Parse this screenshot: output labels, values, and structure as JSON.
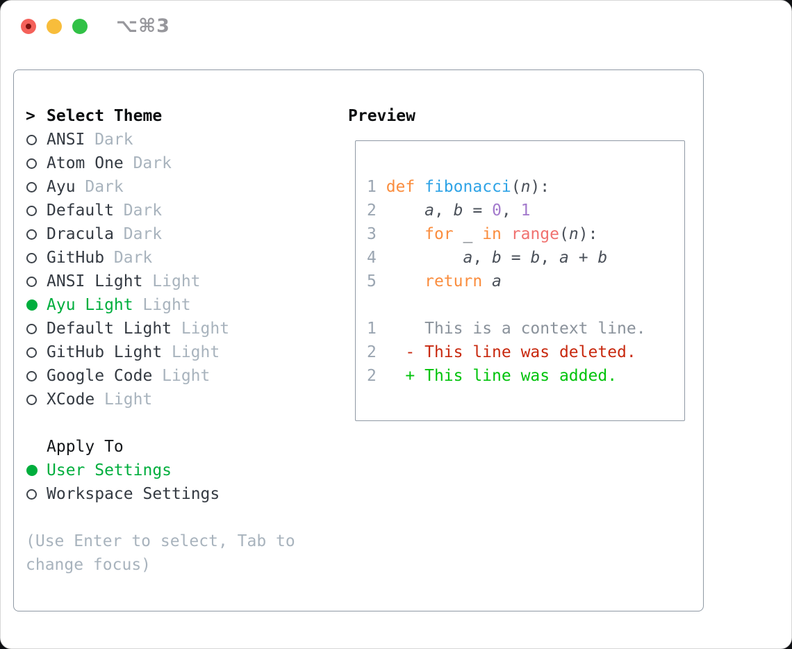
{
  "window": {
    "title": "⌥⌘3"
  },
  "theme_picker": {
    "cursor": ">",
    "header": "Select Theme",
    "items": [
      {
        "label": "ANSI",
        "tag": "Dark",
        "selected": false
      },
      {
        "label": "Atom One",
        "tag": "Dark",
        "selected": false
      },
      {
        "label": "Ayu",
        "tag": "Dark",
        "selected": false
      },
      {
        "label": "Default",
        "tag": "Dark",
        "selected": false
      },
      {
        "label": "Dracula",
        "tag": "Dark",
        "selected": false
      },
      {
        "label": "GitHub",
        "tag": "Dark",
        "selected": false
      },
      {
        "label": "ANSI Light",
        "tag": "Light",
        "selected": false
      },
      {
        "label": "Ayu Light",
        "tag": "Light",
        "selected": true
      },
      {
        "label": "Default Light",
        "tag": "Light",
        "selected": false
      },
      {
        "label": "GitHub Light",
        "tag": "Light",
        "selected": false
      },
      {
        "label": "Google Code",
        "tag": "Light",
        "selected": false
      },
      {
        "label": "XCode",
        "tag": "Light",
        "selected": false
      }
    ]
  },
  "apply_to": {
    "header": "Apply To",
    "options": [
      {
        "label": "User Settings",
        "selected": true
      },
      {
        "label": "Workspace Settings",
        "selected": false
      }
    ]
  },
  "hint_lines": [
    "(Use Enter to select, Tab to",
    "change focus)"
  ],
  "preview": {
    "title": "Preview",
    "lines": [
      [
        {
          "t": "1 ",
          "s": "ln"
        },
        {
          "t": "def",
          "s": "kw"
        },
        {
          "t": " ",
          "s": "p"
        },
        {
          "t": "fibonacci",
          "s": "fn"
        },
        {
          "t": "(",
          "s": "p"
        },
        {
          "t": "n",
          "s": "v"
        },
        {
          "t": "):",
          "s": "p"
        }
      ],
      [
        {
          "t": "2 ",
          "s": "ln"
        },
        {
          "t": "    ",
          "s": "p"
        },
        {
          "t": "a",
          "s": "v"
        },
        {
          "t": ", ",
          "s": "p"
        },
        {
          "t": "b",
          "s": "v"
        },
        {
          "t": " = ",
          "s": "p"
        },
        {
          "t": "0",
          "s": "num"
        },
        {
          "t": ", ",
          "s": "p"
        },
        {
          "t": "1",
          "s": "num"
        }
      ],
      [
        {
          "t": "3 ",
          "s": "ln"
        },
        {
          "t": "    ",
          "s": "p"
        },
        {
          "t": "for",
          "s": "kw"
        },
        {
          "t": " _ ",
          "s": "p"
        },
        {
          "t": "in",
          "s": "kw"
        },
        {
          "t": " ",
          "s": "p"
        },
        {
          "t": "range",
          "s": "rg"
        },
        {
          "t": "(",
          "s": "p"
        },
        {
          "t": "n",
          "s": "v"
        },
        {
          "t": "):",
          "s": "p"
        }
      ],
      [
        {
          "t": "4 ",
          "s": "ln"
        },
        {
          "t": "        ",
          "s": "p"
        },
        {
          "t": "a",
          "s": "v"
        },
        {
          "t": ", ",
          "s": "p"
        },
        {
          "t": "b",
          "s": "v"
        },
        {
          "t": " = ",
          "s": "p"
        },
        {
          "t": "b",
          "s": "v"
        },
        {
          "t": ", ",
          "s": "p"
        },
        {
          "t": "a",
          "s": "v"
        },
        {
          "t": " + ",
          "s": "p"
        },
        {
          "t": "b",
          "s": "v"
        }
      ],
      [
        {
          "t": "5 ",
          "s": "ln"
        },
        {
          "t": "    ",
          "s": "p"
        },
        {
          "t": "return",
          "s": "kw"
        },
        {
          "t": " ",
          "s": "p"
        },
        {
          "t": "a",
          "s": "v"
        }
      ],
      [],
      [
        {
          "t": "1",
          "s": "ln"
        },
        {
          "t": "     ",
          "s": "p"
        },
        {
          "t": "This is a context line.",
          "s": "ctx"
        }
      ],
      [
        {
          "t": "2",
          "s": "ln"
        },
        {
          "t": "   ",
          "s": "p"
        },
        {
          "t": "- This line was deleted.",
          "s": "del"
        }
      ],
      [
        {
          "t": "2",
          "s": "ln"
        },
        {
          "t": "   ",
          "s": "p"
        },
        {
          "t": "+ This line was added.",
          "s": "add"
        }
      ]
    ]
  },
  "colors": {
    "selected_green": "#00ae3d",
    "added_green": "#00c30b",
    "deleted_red": "#c8290f",
    "context_gray": "#8a929b",
    "keyword_orange": "#fa8d3e",
    "function_blue": "#2ea3e6",
    "number_purple": "#a37acc",
    "builtin_coral": "#f0716f",
    "code_foreground": "#4a5059",
    "line_number_gray": "#9aa5b1",
    "muted_gray": "#a8b3bd",
    "panel_border": "#8f99a4",
    "traffic_red": "#f4615a",
    "traffic_yellow": "#f8bd3b",
    "traffic_green": "#31c146"
  }
}
